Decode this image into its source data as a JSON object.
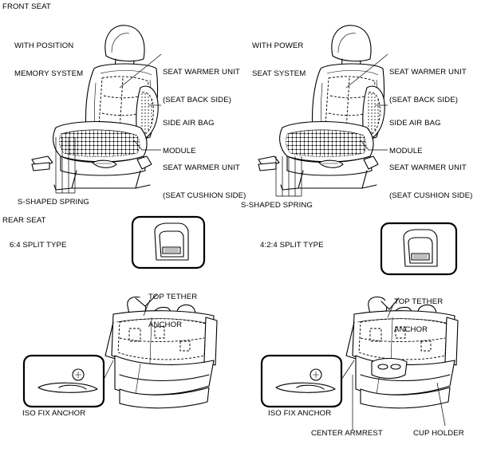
{
  "front": {
    "title": "FRONT SEAT",
    "left": {
      "variant": [
        "WITH POSITION",
        "MEMORY SYSTEM"
      ],
      "seat_back": [
        "SEAT WARMER UNIT",
        "(SEAT BACK SIDE)"
      ],
      "airbag": [
        "SIDE AIR BAG",
        "MODULE"
      ],
      "cushion": [
        "SEAT WARMER UNIT",
        "(SEAT CUSHION SIDE)"
      ],
      "spring": "S-SHAPED SPRING"
    },
    "right": {
      "variant": [
        "WITH POWER",
        "SEAT SYSTEM"
      ],
      "seat_back": [
        "SEAT WARMER UNIT",
        "(SEAT BACK SIDE)"
      ],
      "airbag": [
        "SIDE AIR BAG",
        "MODULE"
      ],
      "cushion": [
        "SEAT WARMER UNIT",
        "(SEAT CUSHION SIDE)"
      ],
      "spring": "S-SHAPED SPRING"
    }
  },
  "rear": {
    "title": "REAR SEAT",
    "left": {
      "variant": "6:4 SPLIT TYPE",
      "tether": [
        "TOP TETHER",
        "ANCHOR"
      ],
      "isofix": "ISO FIX ANCHOR"
    },
    "right": {
      "variant": "4:2:4 SPLIT TYPE",
      "tether": [
        "TOP TETHER",
        "ANCHOR"
      ],
      "isofix": "ISO FIX ANCHOR",
      "armrest": "CENTER ARMREST",
      "cup_holder": "CUP HOLDER"
    }
  }
}
